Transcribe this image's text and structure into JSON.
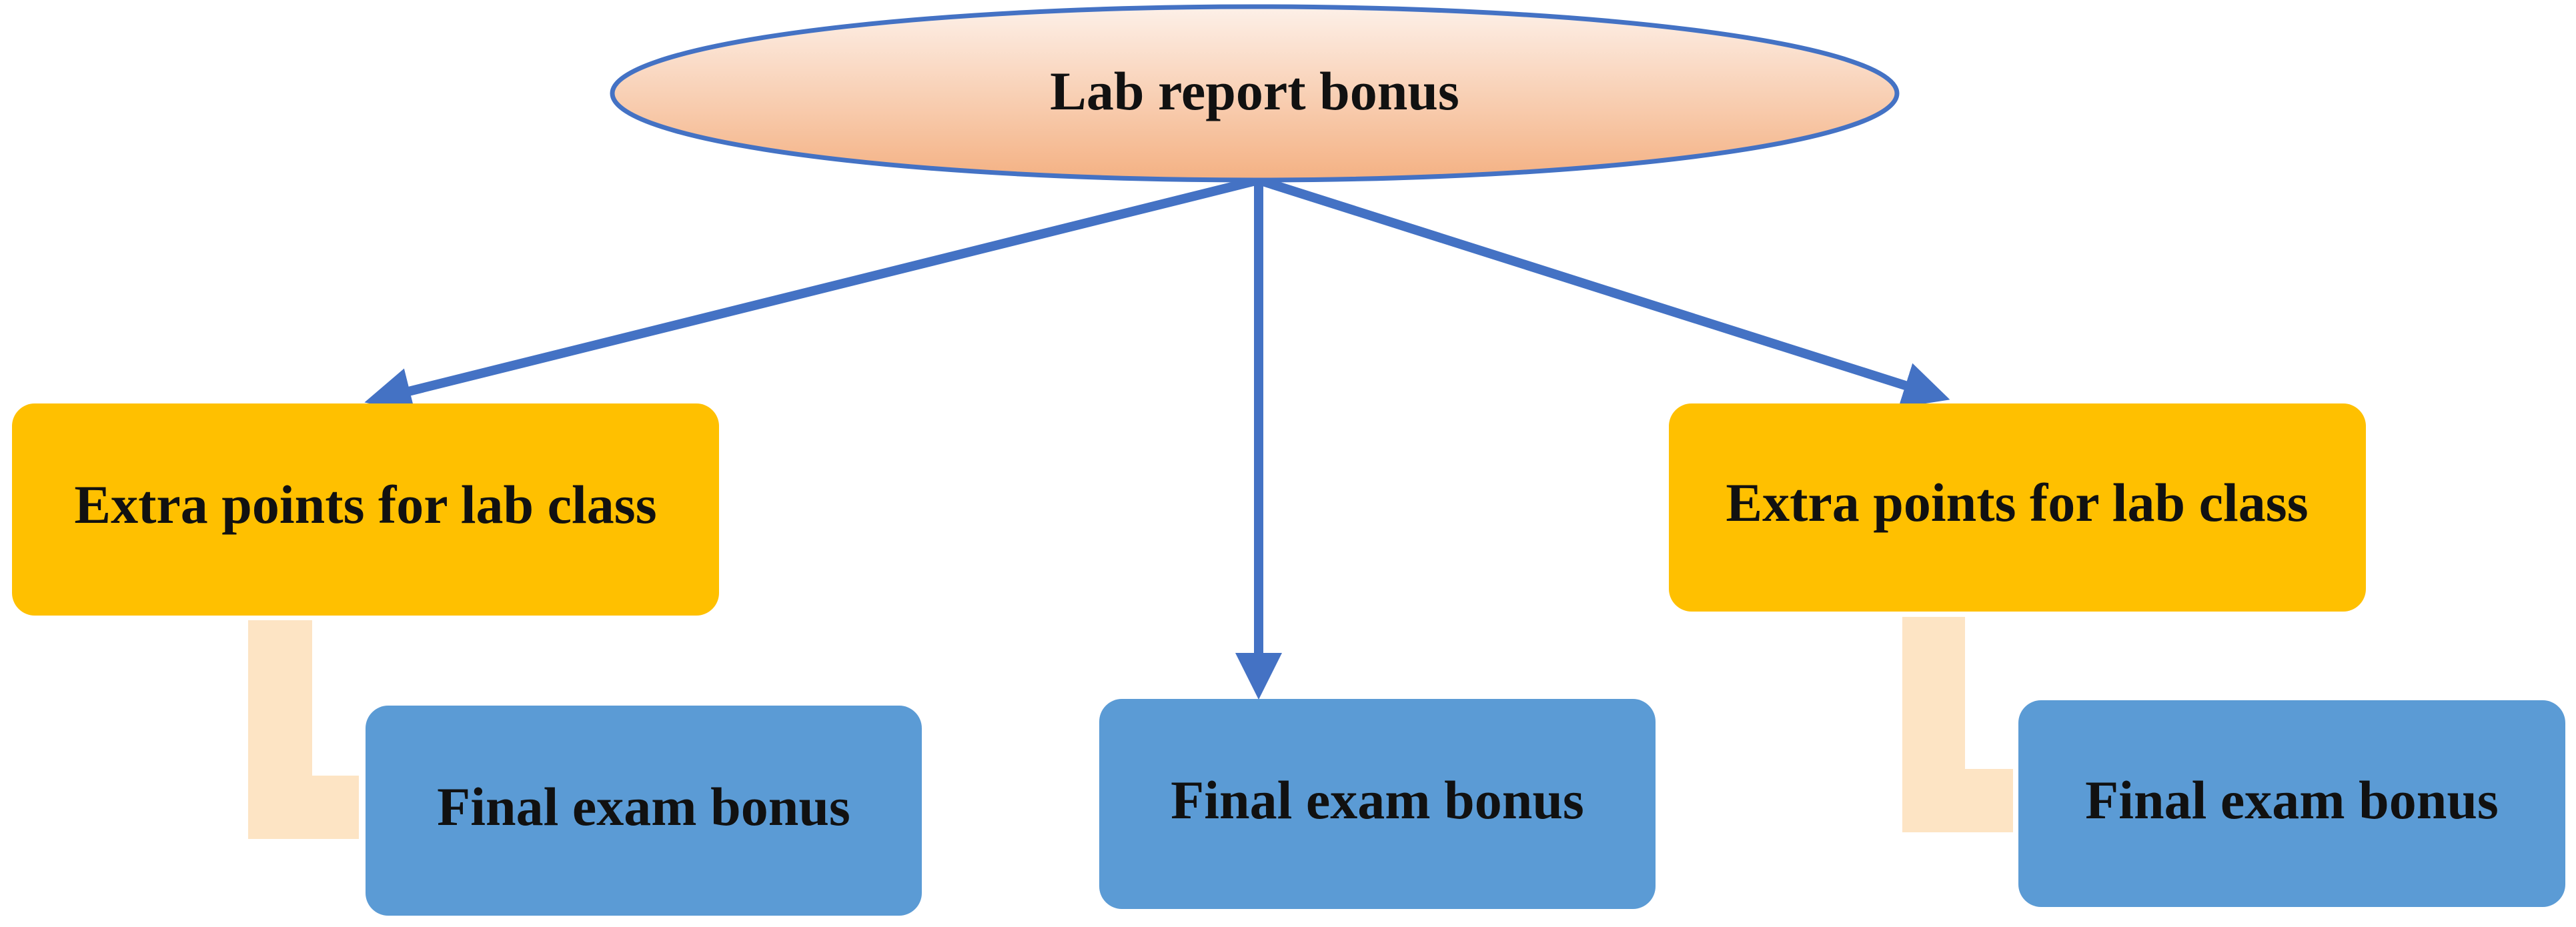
{
  "root": {
    "label": "Lab report bonus"
  },
  "branches": [
    {
      "top_label": "Extra points for lab class",
      "bottom_label": "Final exam bonus"
    },
    {
      "bottom_label": "Final exam bonus"
    },
    {
      "top_label": "Extra points for lab class",
      "bottom_label": "Final exam bonus"
    }
  ],
  "colors": {
    "root_fill_top": "#fdf0e8",
    "root_fill_bottom": "#f4b183",
    "root_stroke": "#4472c4",
    "arrow": "#4472c4",
    "gold_box": "#ffc000",
    "blue_box": "#5b9bd5",
    "connector": "#fde4c4"
  }
}
